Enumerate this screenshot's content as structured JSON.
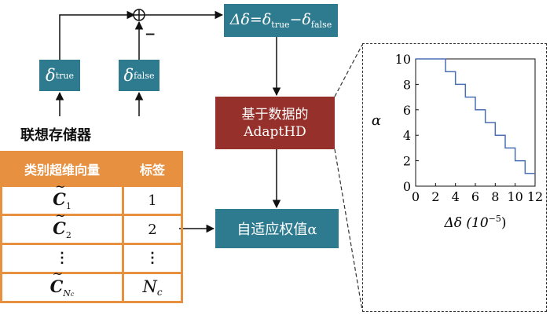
{
  "diagram": {
    "delta_box": {
      "lhs": "Δδ=δ",
      "sub_true": "true",
      "minus": "−δ",
      "sub_false": "false"
    },
    "delta_true": {
      "symbol": "δ",
      "sub": "true"
    },
    "delta_false": {
      "symbol": "δ",
      "sub": "false"
    },
    "minus_sign": "−",
    "adapthd_box": {
      "line1": "基于数据的",
      "line2": "AdaptHD"
    },
    "alpha_box": "自适应权值α",
    "memory_title": "联想存储器",
    "memory_table": {
      "headers": [
        "类别超维向量",
        "标签"
      ],
      "rows": [
        {
          "vector": "C",
          "sub": "1",
          "label": "1"
        },
        {
          "vector": "C",
          "sub": "2",
          "label": "2"
        },
        {
          "vector": "⋮",
          "sub": "",
          "label": "⋮"
        },
        {
          "vector": "C",
          "sub": "N",
          "sub2": "c",
          "label": "N",
          "label_sub": "c"
        }
      ]
    }
  },
  "chart_data": {
    "type": "line",
    "xlabel": "Δδ (10",
    "xlabel_exp": "−5",
    "xlabel_tail": ")",
    "ylabel": "α",
    "xlim": [
      0,
      12
    ],
    "ylim": [
      0,
      10
    ],
    "xticks": [
      0,
      2,
      4,
      6,
      8,
      10,
      12
    ],
    "yticks": [
      0,
      2,
      4,
      6,
      8,
      10
    ],
    "series": [
      {
        "color": "#4a6fb5",
        "step": [
          [
            0,
            10
          ],
          [
            3,
            10
          ],
          [
            3,
            9
          ],
          [
            4,
            9
          ],
          [
            4,
            8
          ],
          [
            5,
            8
          ],
          [
            5,
            7
          ],
          [
            6,
            7
          ],
          [
            6,
            6
          ],
          [
            7,
            6
          ],
          [
            7,
            5
          ],
          [
            8,
            5
          ],
          [
            8,
            4
          ],
          [
            9,
            4
          ],
          [
            9,
            3
          ],
          [
            10,
            3
          ],
          [
            10,
            2
          ],
          [
            11,
            2
          ],
          [
            11,
            1
          ],
          [
            12,
            1
          ]
        ]
      }
    ]
  }
}
